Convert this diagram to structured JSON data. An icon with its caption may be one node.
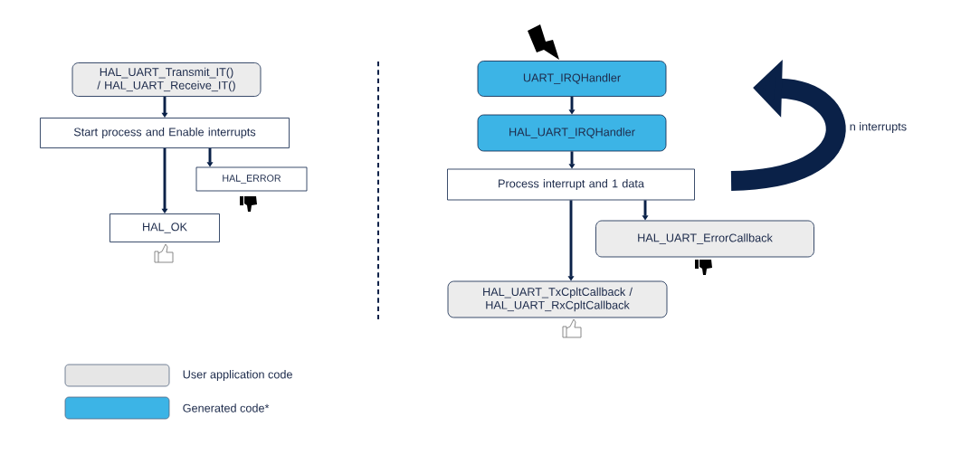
{
  "diagram": {
    "nodes": [
      {
        "text": [
          "HAL_UART_Transmit_IT() / HAL_UART_Receive_IT()"
        ]
      },
      {
        "text": [
          "Start process and Enable interrupts"
        ]
      },
      {
        "text": [
          "HAL_ERROR"
        ]
      },
      {
        "text": [
          "HAL_OK"
        ]
      },
      {
        "text": [
          "UART_IRQHandler"
        ]
      },
      {
        "text": [
          "HAL_UART_IRQHandler"
        ]
      },
      {
        "text": [
          "Process interrupt and 1 data"
        ]
      },
      {
        "text": [
          "HAL_UART_ErrorCallback"
        ]
      },
      {
        "text": [
          "HAL_UART_TxCpltCallback / HAL_UART_RxCpltCallback"
        ]
      }
    ],
    "edges": [
      {
        "from": 0,
        "to": 1,
        "arrow": "to"
      },
      {
        "from": 1,
        "to": 2,
        "arrow": "to"
      },
      {
        "from": 1,
        "to": 3,
        "arrow": "to"
      },
      {
        "from": 4,
        "to": 5,
        "arrow": "to"
      },
      {
        "from": 5,
        "to": 6,
        "arrow": "to"
      },
      {
        "from": 6,
        "to": 7,
        "arrow": "to"
      },
      {
        "from": 6,
        "to": 8,
        "arrow": "to"
      }
    ],
    "labels": [
      "n interrupts"
    ],
    "legend": [
      {
        "text": "User application code",
        "color": "#e6e6e6"
      },
      {
        "text": "Generated code*",
        "color": "#3cb4e6"
      }
    ]
  }
}
